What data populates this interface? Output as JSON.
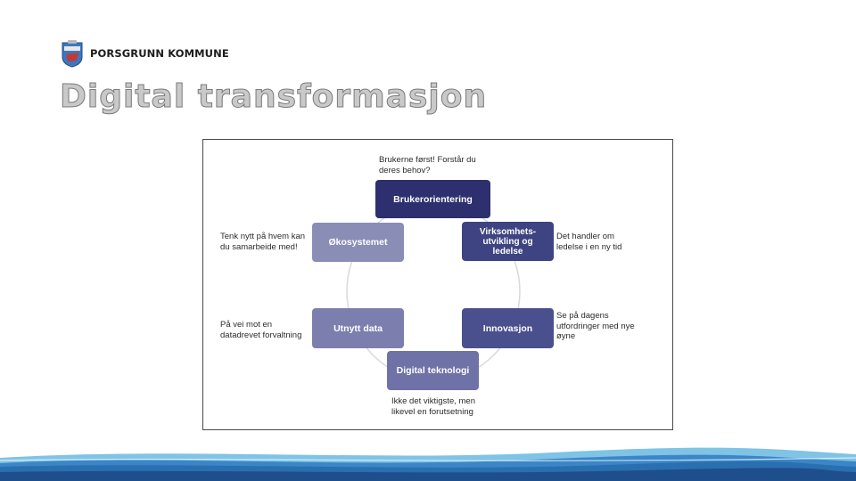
{
  "header": {
    "organization": "PORSGRUNN KOMMUNE",
    "logo_icon": "coat-of-arms-icon",
    "page_title": "Digital transformasjon"
  },
  "diagram": {
    "nodes": {
      "brukerorientering": {
        "label": "Brukerorientering",
        "color": "#2e2f6e"
      },
      "virksomhet": {
        "label": "Virksomhets-utvikling og ledelse",
        "color": "#3e4382"
      },
      "innovasjon": {
        "label": "Innovasjon",
        "color": "#4a4f8d"
      },
      "digital_teknologi": {
        "label": "Digital teknologi",
        "color": "#6f72a6"
      },
      "utnytt_data": {
        "label": "Utnytt data",
        "color": "#7c7fad"
      },
      "okosystemet": {
        "label": "Økosystemet",
        "color": "#8a8db6"
      }
    },
    "notes": {
      "brukerorientering": "Brukerne først! Forstår du deres behov?",
      "virksomhet": "Det handler om ledelse i en ny tid",
      "innovasjon": "Se på dagens utfordringer med nye øyne",
      "digital_teknologi": "Ikke det viktigste, men likevel en forutsetning",
      "utnytt_data": "På vei mot en datadrevet forvaltning",
      "okosystemet": "Tenk nytt på hvem kan du samarbeide med!"
    },
    "ring_color": "#d9d9de"
  },
  "footer": {
    "band_colors": [
      "#1f4e8c",
      "#3b86c6",
      "#7fc3e6",
      "#2a6fb0"
    ]
  }
}
